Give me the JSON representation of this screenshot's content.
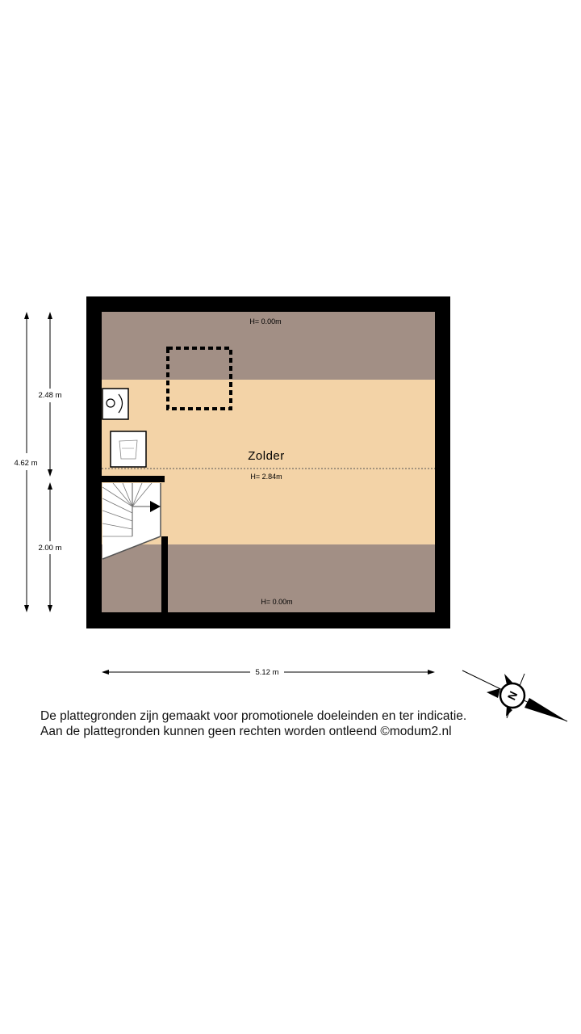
{
  "room": {
    "name": "Zolder",
    "ridge_height": "H= 2.84m",
    "top_height": "H= 0.00m",
    "bottom_height": "H= 0.00m"
  },
  "dimensions": {
    "total_depth": "4.62 m",
    "upper_depth": "2.48 m",
    "lower_depth": "2.00 m",
    "width": "5.12 m"
  },
  "compass": {
    "label": "N"
  },
  "disclaimer": {
    "line1": "De plattegronden zijn gemaakt voor promotionele doeleinden en ter indicatie.",
    "line2": "Aan de plattegronden kunnen geen rechten worden ontleend ©modum2.nl"
  },
  "colors": {
    "wall": "#000000",
    "low_zone": "#a28f85",
    "floor": "#f3d3a7"
  }
}
